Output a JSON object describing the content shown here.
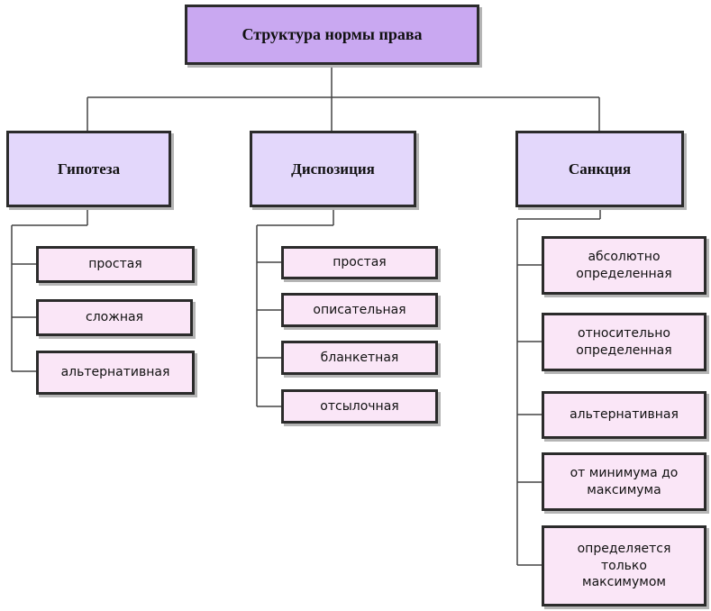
{
  "root": {
    "label": "Структура нормы права"
  },
  "categories": [
    {
      "label": "Гипотеза",
      "items": [
        "простая",
        "сложная",
        "альтернативная"
      ]
    },
    {
      "label": "Диспозиция",
      "items": [
        "простая",
        "описательная",
        "бланкетная",
        "отсылочная"
      ]
    },
    {
      "label": "Санкция",
      "items": [
        "абсолютно\nопределенная",
        "относительно\nопределенная",
        "альтернативная",
        "от минимума до\nмаксимума",
        "определяется\nтолько\nмаксимумом"
      ]
    }
  ],
  "colors": {
    "root_fill": "#c9a8f1",
    "category_fill": "#e3d7fb",
    "leaf_fill": "#fae6f7",
    "border": "#2b2b2b"
  }
}
